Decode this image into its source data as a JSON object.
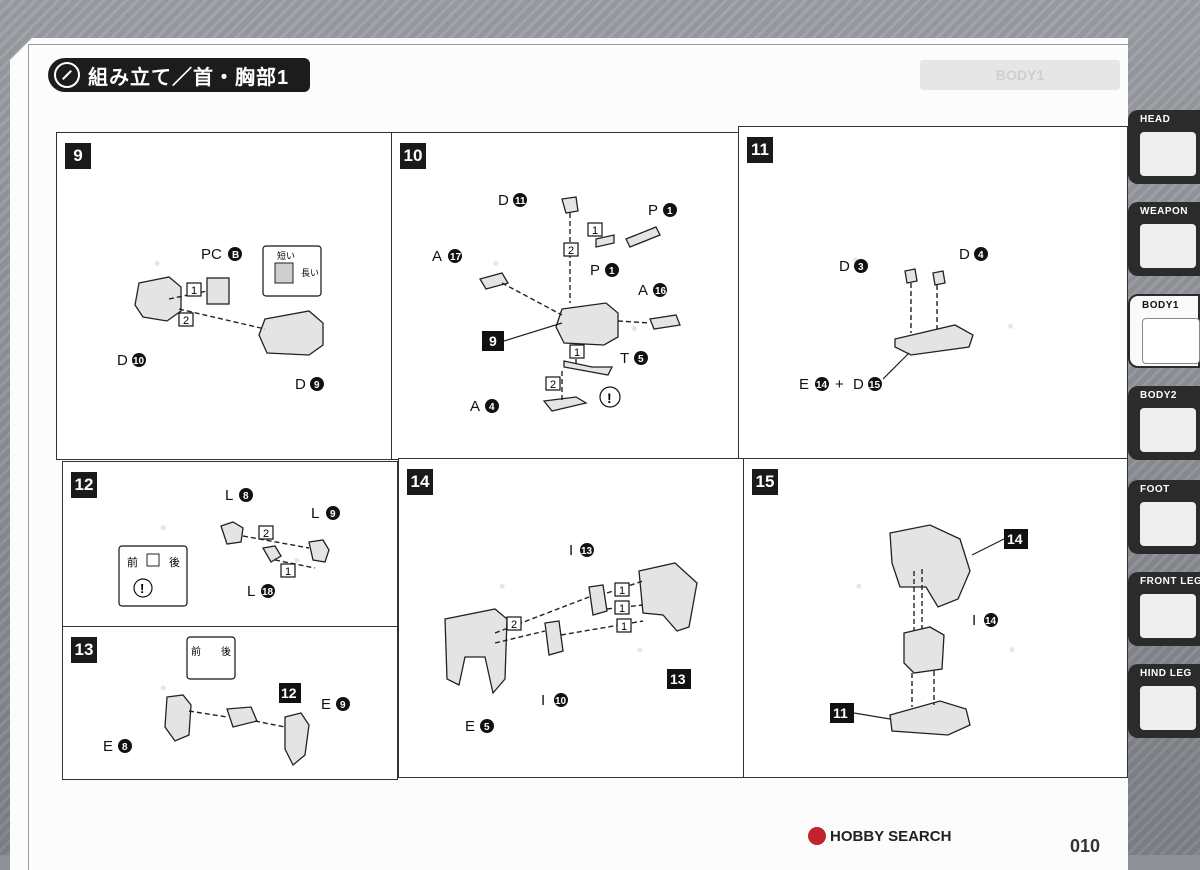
{
  "header": {
    "title": "組み立て／首・胸部1",
    "ghost_text": "BODY1"
  },
  "tabs": [
    {
      "label": "HEAD",
      "active": false
    },
    {
      "label": "WEAPON",
      "active": false
    },
    {
      "label": "BODY1",
      "active": true
    },
    {
      "label": "BODY2",
      "active": false
    },
    {
      "label": "FOOT",
      "active": false
    },
    {
      "label": "FRONT LEG",
      "active": false
    },
    {
      "label": "HIND LEG",
      "active": false
    }
  ],
  "steps": {
    "s9": {
      "num": "9",
      "labels": {
        "pcb": "PC",
        "pcb_n": "B",
        "d10": "D",
        "d10_n": "10",
        "d9": "D",
        "d9_n": "9",
        "a1": "1",
        "a2": "2",
        "inset_short": "短い",
        "inset_long": "長い"
      }
    },
    "s10": {
      "num": "10",
      "labels": {
        "d11": "D",
        "d11_n": "11",
        "p1a": "P",
        "p1a_n": "1",
        "p1b": "P",
        "p1b_n": "1",
        "a17": "A",
        "a17_n": "17",
        "a16": "A",
        "a16_n": "16",
        "t5": "T",
        "t5_n": "5",
        "a4": "A",
        "a4_n": "4",
        "ref9": "9",
        "s1": "1",
        "s2": "2",
        "s1b": "1",
        "s2b": "2",
        "warn": "!"
      }
    },
    "s11": {
      "num": "11",
      "labels": {
        "d3": "D",
        "d3_n": "3",
        "d4": "D",
        "d4_n": "4",
        "e14": "E",
        "e14_n": "14",
        "plus": "+",
        "d15": "D",
        "d15_n": "15"
      }
    },
    "s12": {
      "num": "12",
      "labels": {
        "l8": "L",
        "l8_n": "8",
        "l9": "L",
        "l9_n": "9",
        "l18": "L",
        "l18_n": "18",
        "s1": "1",
        "s2": "2",
        "front": "前",
        "back": "後",
        "warn": "!"
      }
    },
    "s13": {
      "num": "13",
      "labels": {
        "e8": "E",
        "e8_n": "8",
        "e9": "E",
        "e9_n": "9",
        "ref12": "12",
        "front": "前",
        "back": "後"
      }
    },
    "s14": {
      "num": "14",
      "labels": {
        "i13": "I",
        "i13_n": "13",
        "i10": "I",
        "i10_n": "10",
        "e5": "E",
        "e5_n": "5",
        "ref13": "13",
        "s1": "1",
        "s1b": "1",
        "s1c": "1",
        "s2": "2"
      }
    },
    "s15": {
      "num": "15",
      "labels": {
        "ref14": "14",
        "i14": "I",
        "i14_n": "14",
        "ref11": "11"
      }
    }
  },
  "footer": {
    "watermark": "HOBBY SEARCH",
    "page": "010"
  }
}
